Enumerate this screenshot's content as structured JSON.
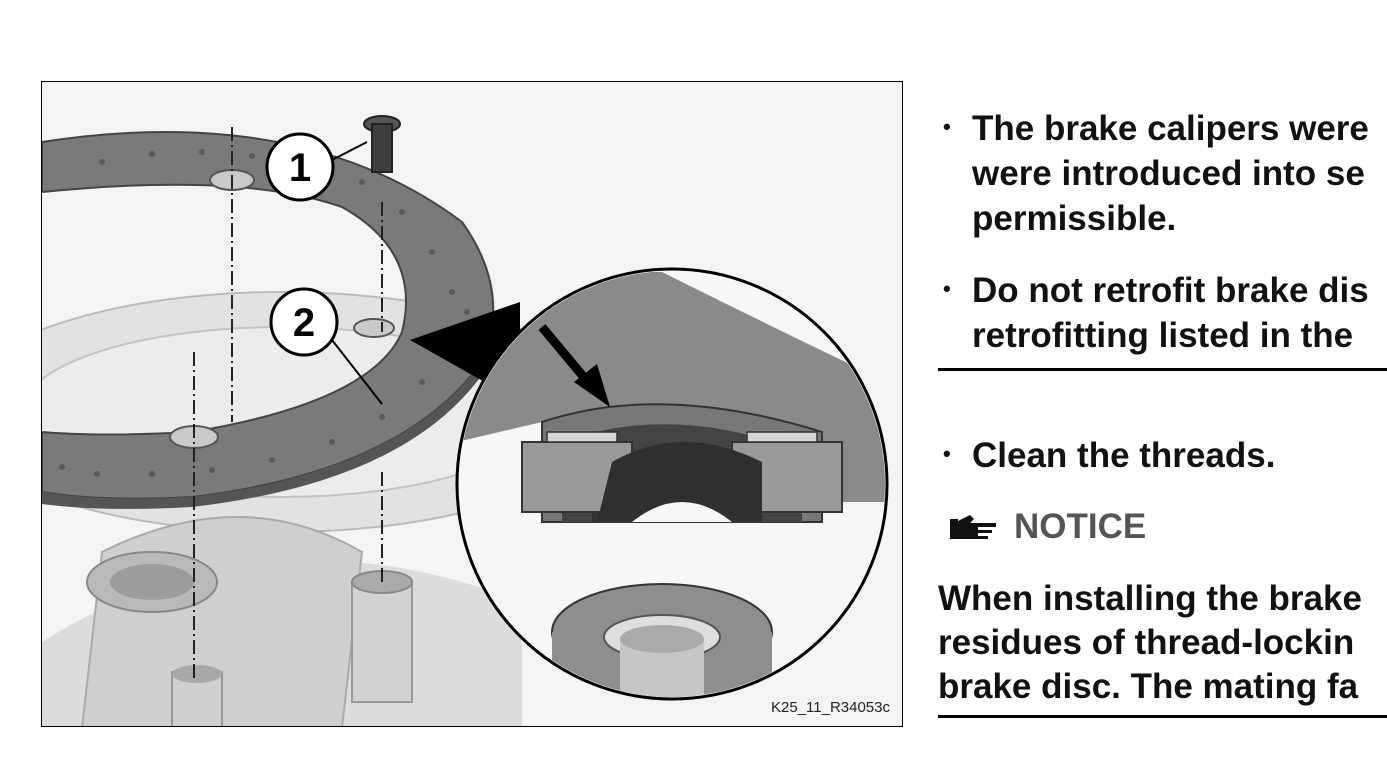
{
  "figure": {
    "id_label": "K25_11_R34053c",
    "callouts": [
      "1",
      "2"
    ]
  },
  "bullets": [
    {
      "lines": [
        "The brake calipers were",
        "were introduced into se",
        "permissible."
      ]
    },
    {
      "lines": [
        "Do not retrofit brake dis",
        "retrofitting listed in the"
      ]
    },
    {
      "lines": [
        "Clean the threads."
      ]
    }
  ],
  "notice": {
    "icon": "pointing-hand-icon",
    "label": "NOTICE",
    "lines": [
      "When installing the brake",
      "residues of thread-lockin",
      "brake disc. The mating fa"
    ]
  }
}
